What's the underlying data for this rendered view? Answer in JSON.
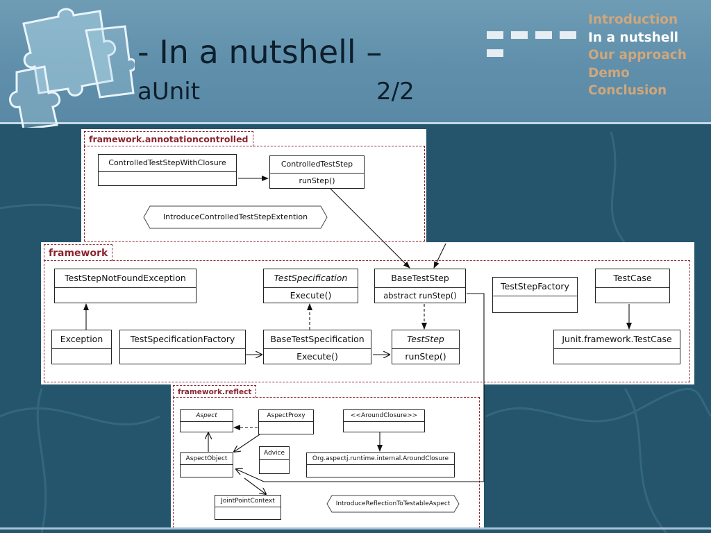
{
  "slide": {
    "title": "- In a nutshell –",
    "subtitle": "aUnit",
    "page": "2/2"
  },
  "nav": {
    "items": [
      "Introduction",
      "In a nutshell",
      "Our approach",
      "Demo",
      "Conclusion"
    ],
    "active_index": 1
  },
  "packages": {
    "annotation": {
      "label": "framework.annotationcontrolled",
      "classes": {
        "closure": {
          "name": "ControlledTestStepWithClosure",
          "op": ""
        },
        "step": {
          "name": "ControlledTestStep",
          "op": "runStep()"
        }
      },
      "aspect": "IntroduceControlledTestStepExtention"
    },
    "framework": {
      "label": "framework",
      "classes": {
        "notfound": {
          "name": "TestStepNotFoundException",
          "op": ""
        },
        "spec": {
          "name": "TestSpecification",
          "op": "Execute()"
        },
        "base_step": {
          "name": "BaseTestStep",
          "op": "abstract runStep()"
        },
        "factory": {
          "name": "TestStepFactory",
          "op": ""
        },
        "testcase": {
          "name": "TestCase",
          "op": ""
        },
        "exception": {
          "name": "Exception",
          "op": ""
        },
        "spec_factory": {
          "name": "TestSpecificationFactory",
          "op": ""
        },
        "base_spec": {
          "name": "BaseTestSpecification",
          "op": "Execute()"
        },
        "teststep": {
          "name": "TestStep",
          "op": "runStep()"
        },
        "junit": {
          "name": "Junit.framework.TestCase",
          "op": ""
        }
      }
    },
    "reflect": {
      "label": "framework.reflect",
      "classes": {
        "aspect": {
          "name": "Aspect",
          "op": ""
        },
        "proxy": {
          "name": "AspectProxy",
          "op": ""
        },
        "around": {
          "name": "<<AroundClosure>>",
          "op": ""
        },
        "advice": {
          "name": "Advice",
          "op": ""
        },
        "aspect_object": {
          "name": "AspectObject",
          "op": ""
        },
        "aspectj": {
          "name": "Org.aspectj.runtime.internal.AroundClosure",
          "op": ""
        },
        "joint": {
          "name": "JointPointContext",
          "op": ""
        }
      },
      "aspect": "IntroduceReflectionToTestableAspect"
    }
  },
  "colors": {
    "header": "#6f9cb5",
    "background": "#1f4f66",
    "package_border": "#8b2430",
    "nav_inactive": "#cfa77c",
    "nav_active": "#ffffff"
  }
}
